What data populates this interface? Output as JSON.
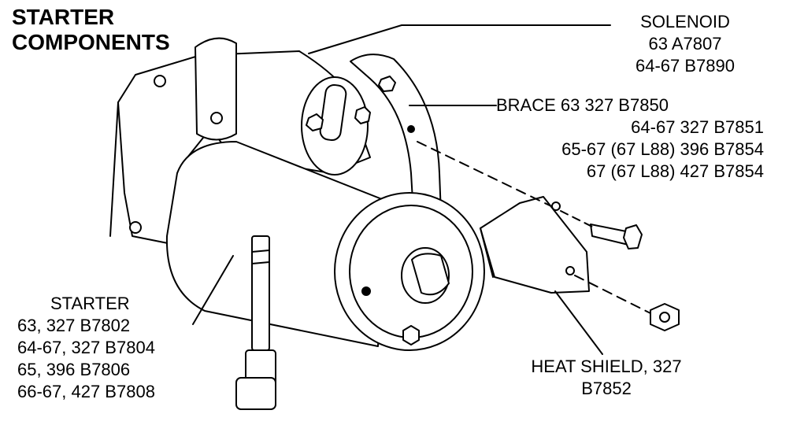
{
  "title": [
    "STARTER",
    "COMPONENTS"
  ],
  "labels": {
    "solenoid": [
      "SOLENOID",
      "63  A7807",
      "64-67  B7890"
    ],
    "brace": [
      "BRACE   63 327 B7850",
      "64-67 327 B7851",
      "65-67 (67 L88) 396 B7854",
      "67 (67 L88) 427 B7854"
    ],
    "starter": [
      "STARTER",
      "63, 327  B7802",
      "64-67, 327 B7804",
      "65, 396  B7806",
      "66-67, 427 B7808"
    ],
    "heat_shield": [
      "HEAT SHIELD, 327",
      "B7852"
    ]
  },
  "colors": {
    "ink": "#000000",
    "paper": "#ffffff"
  }
}
